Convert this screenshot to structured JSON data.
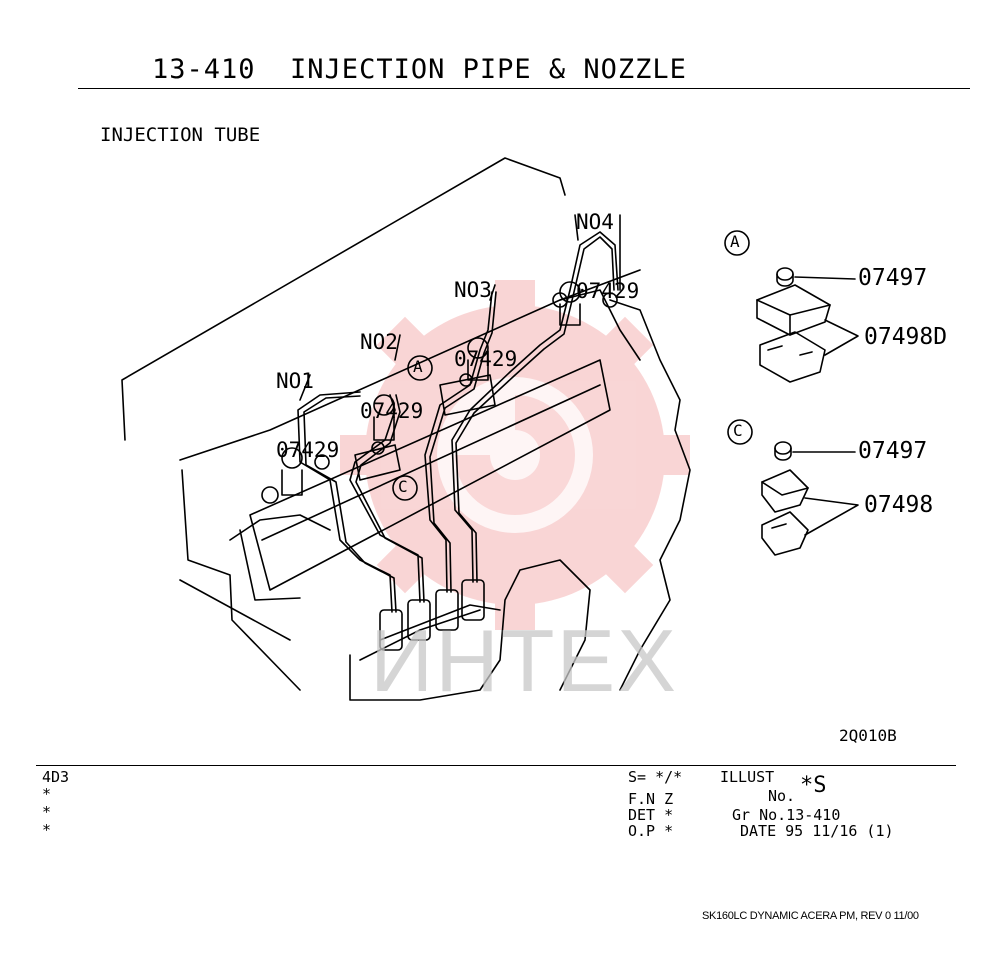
{
  "header": {
    "title": "13-410  INJECTION PIPE & NOZZLE",
    "subtitle": "INJECTION TUBE"
  },
  "callouts": {
    "no1_label": "NO1",
    "no1_part": "07429",
    "no2_label": "NO2",
    "no2_part": "07429",
    "no3_label": "NO3",
    "no3_part": "07429",
    "no4_label": "NO4",
    "no4_part": "07429"
  },
  "diagram_markers": {
    "a": "A",
    "c": "C"
  },
  "detail_a": {
    "marker": "A",
    "nut_part": "07497",
    "clamp_part": "07498D"
  },
  "detail_c": {
    "marker": "C",
    "nut_part": "07497",
    "clamp_part": "07498"
  },
  "drawing_number": "2Q010B",
  "info_block": {
    "left_code": "4D3",
    "left_star_1": "*",
    "left_star_2": "*",
    "left_star_3": "*",
    "s_field": "S= */*",
    "fnz_field": "F.N Z",
    "det_field": "DET *",
    "op_field": "O.P *",
    "illust_label": "ILLUST",
    "illust_no_label": "No.",
    "illust_value": "*S",
    "group_no": "Gr No.13-410",
    "date_line": "DATE 95 11/16 (1)"
  },
  "footer": "SK160LC DYNAMIC ACERA PM, REV 0 11/00",
  "watermark": {
    "text": "ИНТЕХ",
    "color": "#f5b5b5"
  }
}
